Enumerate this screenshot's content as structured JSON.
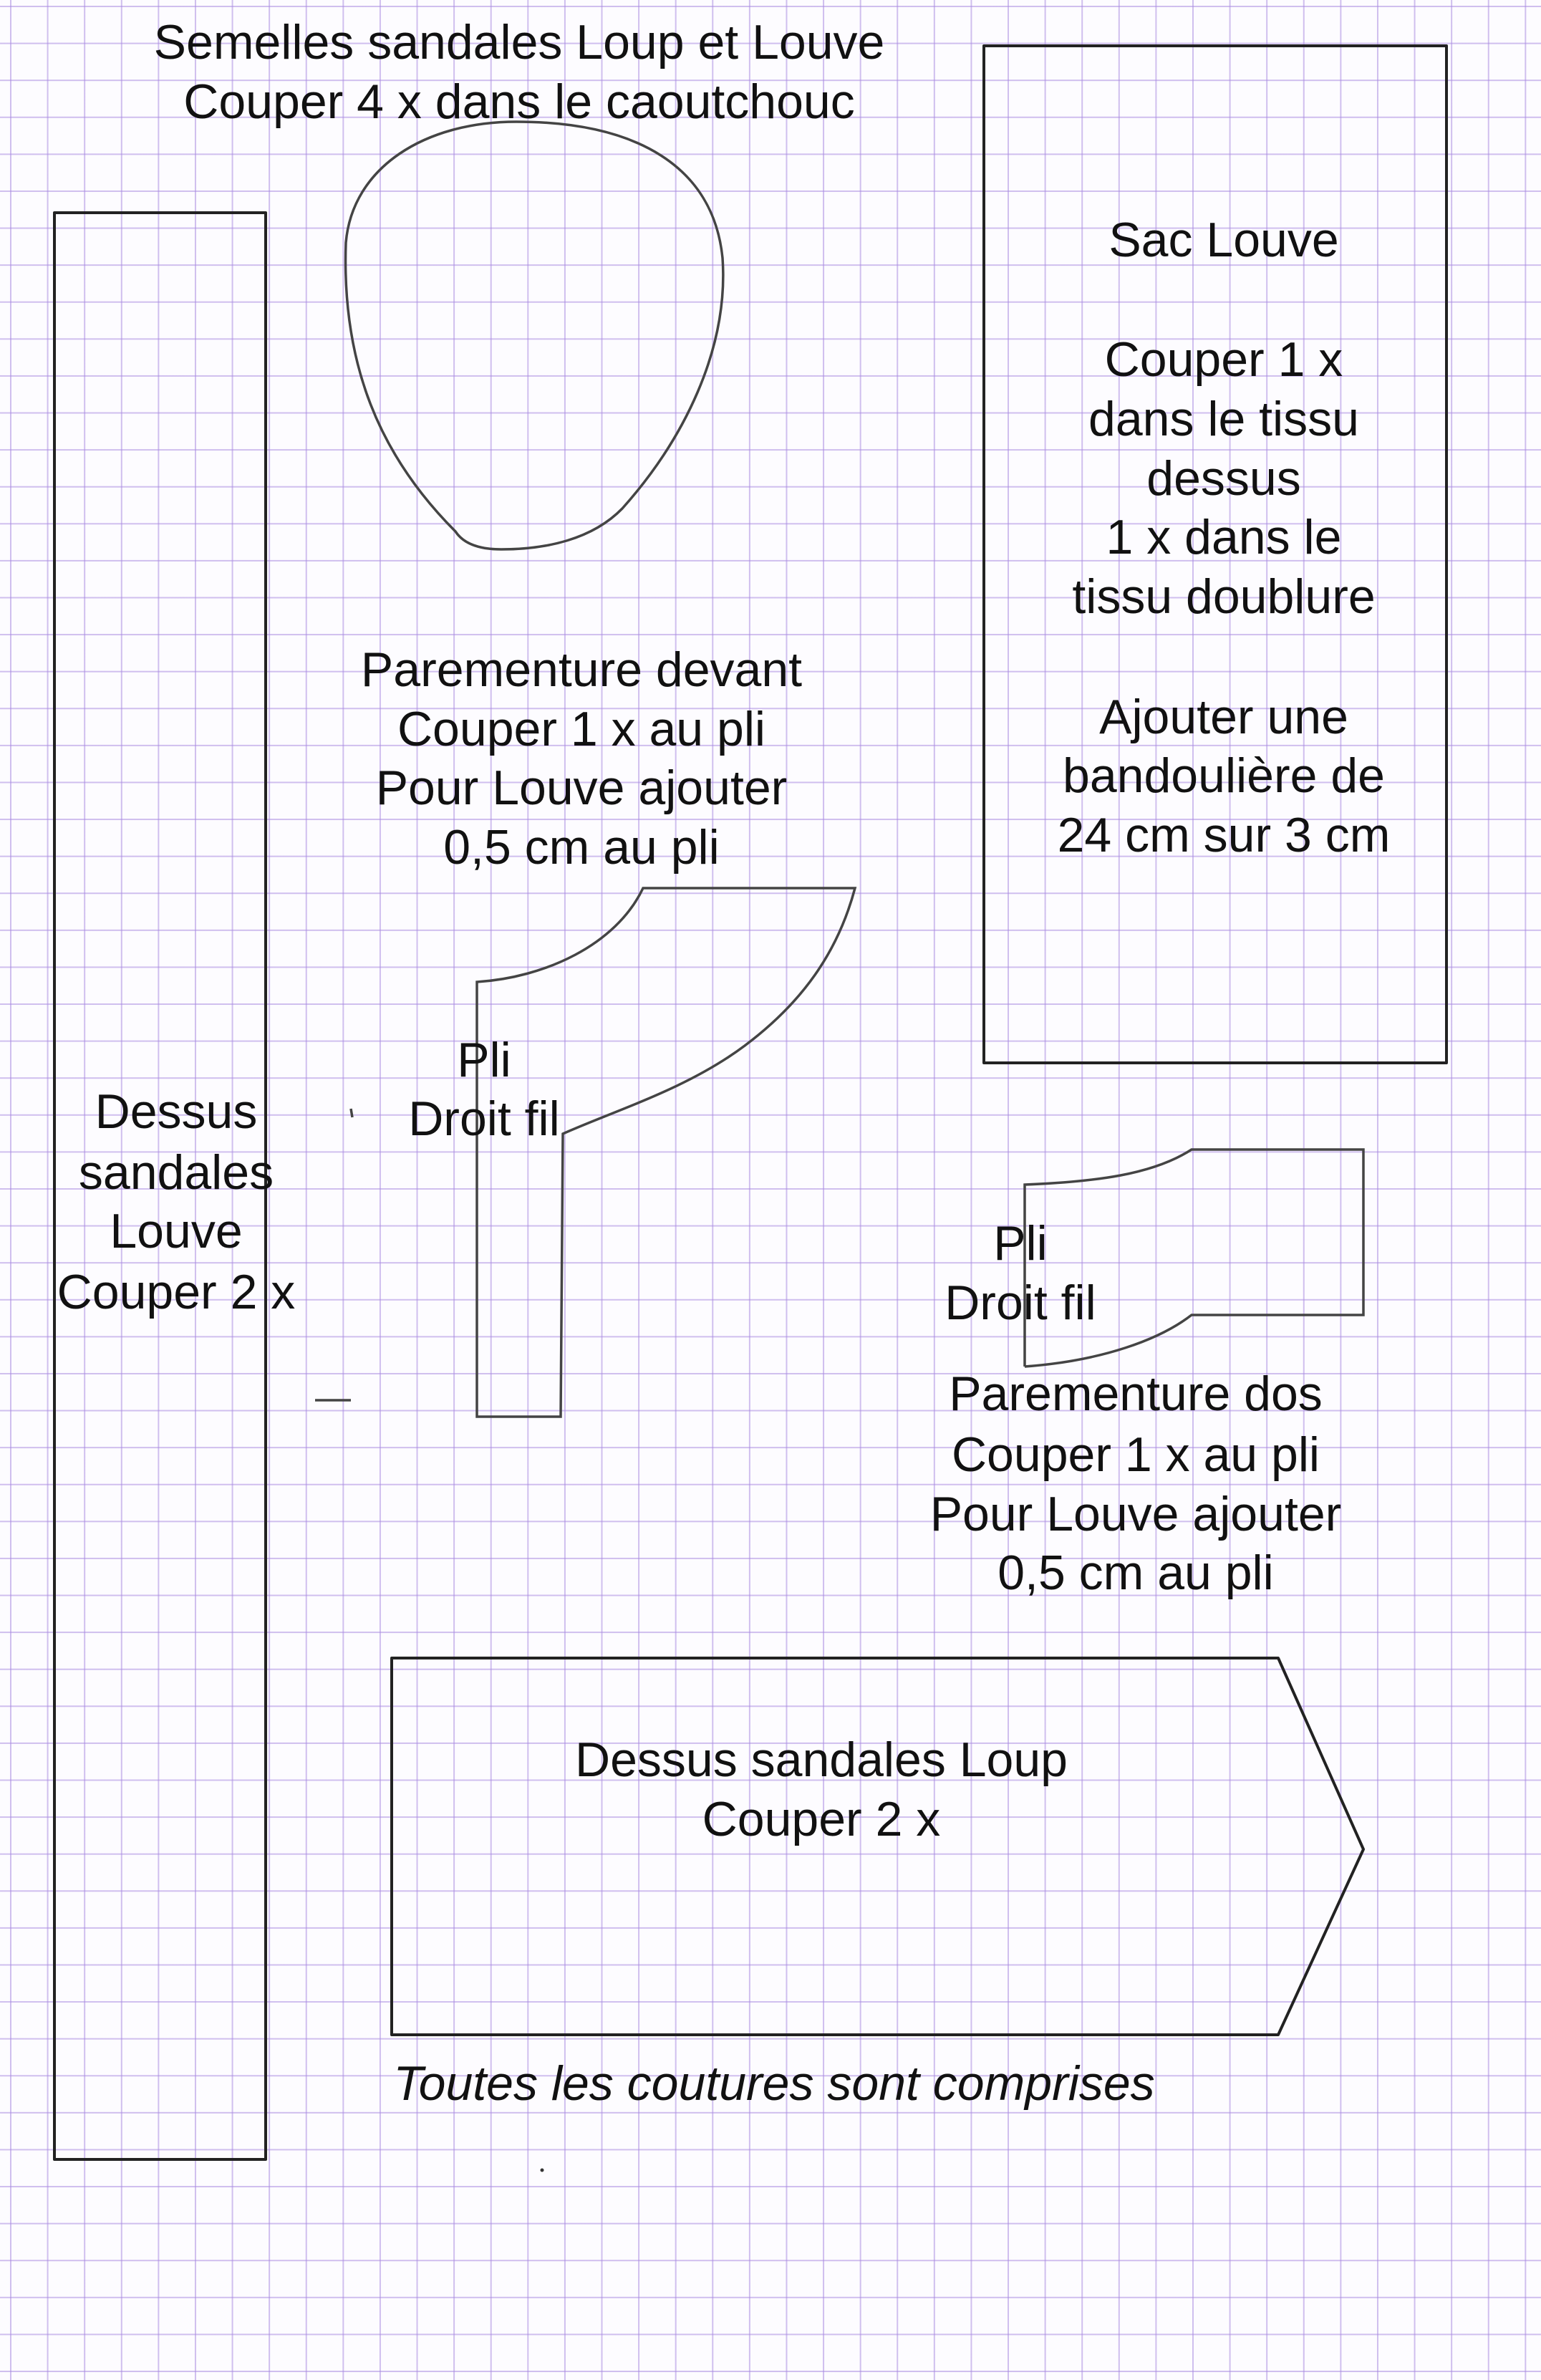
{
  "semelles": {
    "title": "Semelles sandales Loup et Louve",
    "instruction": "Couper 4 x dans le caoutchouc"
  },
  "sac_louve": {
    "lines": [
      "Sac Louve",
      "Couper 1 x",
      "dans le tissu",
      "dessus",
      "1 x dans le",
      "tissu doublure",
      "Ajouter une",
      "bandoulière de",
      "24 cm sur 3 cm"
    ]
  },
  "parementure_devant": {
    "lines": [
      "Parementure devant",
      "Couper 1 x au pli",
      "Pour Louve ajouter",
      "0,5 cm au pli"
    ],
    "fold": "Pli",
    "grain": "Droit fil"
  },
  "dessus_louve": {
    "lines": [
      "Dessus",
      "sandales",
      "Louve",
      "Couper 2 x"
    ]
  },
  "parementure_dos": {
    "lines": [
      "Parementure dos",
      "Couper 1 x au pli",
      "Pour Louve ajouter",
      "0,5 cm au pli"
    ],
    "fold": "Pli",
    "grain": "Droit fil"
  },
  "dessus_loup": {
    "lines": [
      "Dessus sandales Loup",
      "Couper 2 x"
    ]
  },
  "footer": {
    "note": "Toutes les coutures sont comprises"
  },
  "colors": {
    "grid": "#aa8ce1",
    "ink": "#111111"
  }
}
